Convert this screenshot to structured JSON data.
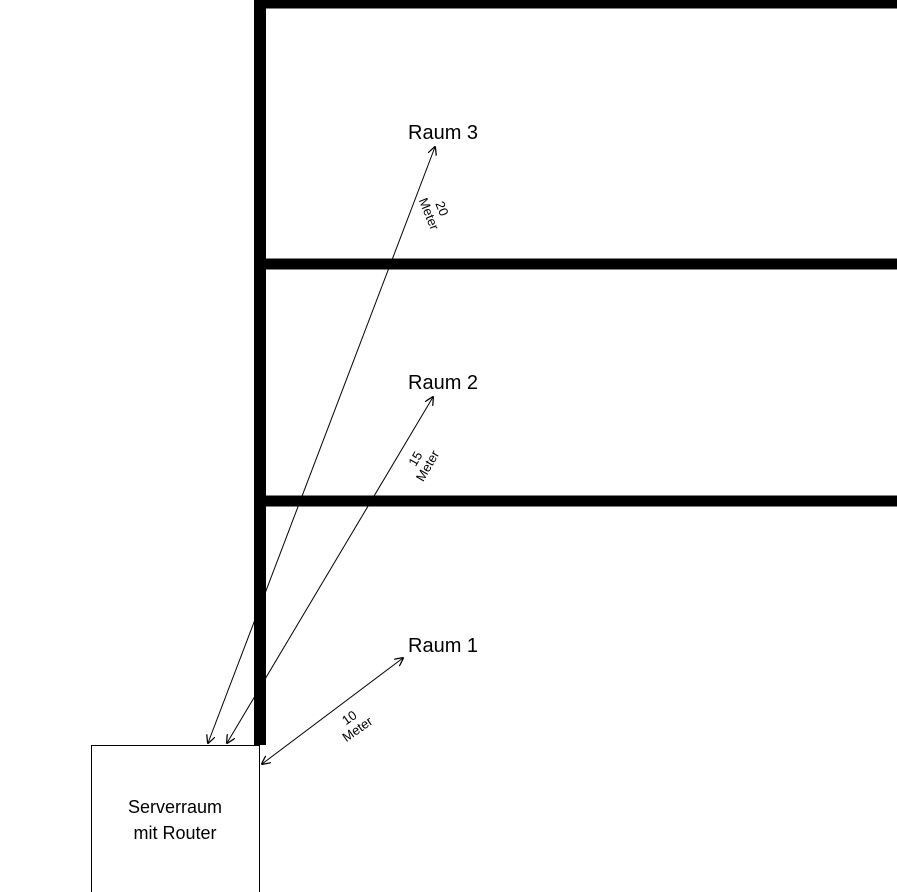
{
  "rooms": [
    {
      "label": "Raum 3",
      "distance_value": "20",
      "distance_unit": "Meter"
    },
    {
      "label": "Raum 2",
      "distance_value": "15",
      "distance_unit": "Meter"
    },
    {
      "label": "Raum 1",
      "distance_value": "10",
      "distance_unit": "Meter"
    }
  ],
  "server": {
    "line1": "Serverraum",
    "line2": "mit Router"
  },
  "colors": {
    "stroke": "#000000",
    "background": "#ffffff"
  }
}
